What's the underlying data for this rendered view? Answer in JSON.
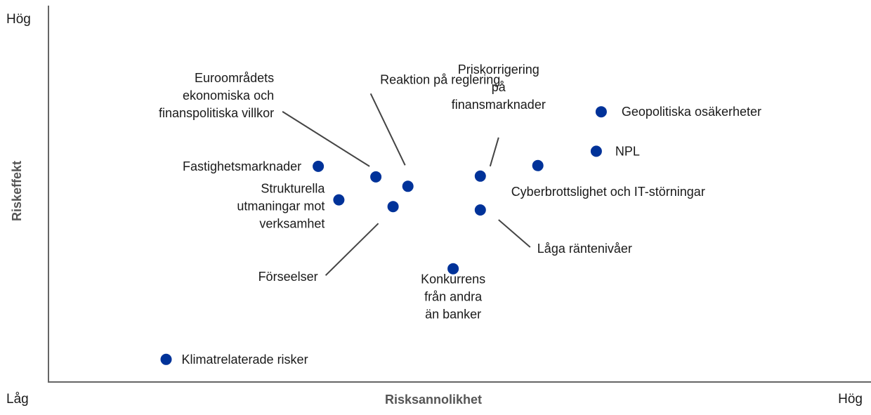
{
  "chart_data": {
    "type": "scatter",
    "title": "",
    "xlabel": "Risksannolikhet",
    "ylabel": "Riskeffekt",
    "xlim": [
      0,
      100
    ],
    "ylim": [
      0,
      100
    ],
    "grid": false,
    "x_low_label": "Låg",
    "x_high_label": "Hög",
    "y_high_label": "Hög",
    "marker_color": "#003299",
    "points": [
      {
        "label": "Geopolitiska osäkerheter",
        "x": 67.2,
        "y": 71.8
      },
      {
        "label": "NPL",
        "x": 66.6,
        "y": 61.3
      },
      {
        "label": "Cyberbrottslighet och IT-störningar",
        "x": 59.5,
        "y": 57.5
      },
      {
        "label": "Priskorrigering på finansmarknader",
        "x": 52.5,
        "y": 54.7
      },
      {
        "label": "Låga räntenivåer",
        "x": 52.5,
        "y": 45.7
      },
      {
        "label": "Konkurrens från andra än banker",
        "x": 49.2,
        "y": 30.1
      },
      {
        "label": "Reaktion på reglering",
        "x": 43.7,
        "y": 52.0
      },
      {
        "label": "Euroområdets ekonomiska och finanspolitiska villkor",
        "x": 39.8,
        "y": 54.5
      },
      {
        "label": "Förseelser",
        "x": 41.9,
        "y": 46.6
      },
      {
        "label": "Fastighetsmarknader",
        "x": 32.8,
        "y": 57.3
      },
      {
        "label": "Strukturella utmaningar mot verksamhet",
        "x": 35.3,
        "y": 48.4
      },
      {
        "label": "Klimatrelaterade risker",
        "x": 14.3,
        "y": 6.0
      }
    ]
  }
}
